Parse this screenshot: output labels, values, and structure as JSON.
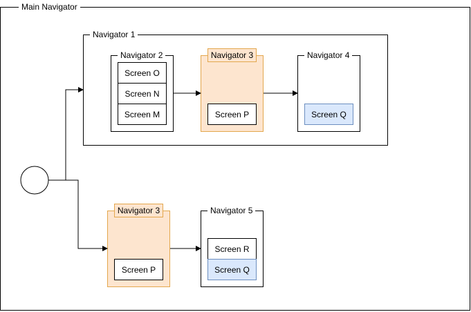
{
  "main_navigator": {
    "label": "Main Navigator"
  },
  "navigator_1": {
    "label": "Navigator 1"
  },
  "navigator_2": {
    "label": "Navigator 2",
    "screens": [
      "Screen O",
      "Screen N",
      "Screen M"
    ]
  },
  "navigator_3_top": {
    "label": "Navigator 3",
    "screen": "Screen P"
  },
  "navigator_4": {
    "label": "Navigator 4",
    "screen": "Screen Q"
  },
  "navigator_3_bottom": {
    "label": "Navigator 3",
    "screen": "Screen P"
  },
  "navigator_5": {
    "label": "Navigator 5",
    "screens": [
      "Screen R",
      "Screen Q"
    ]
  },
  "colors": {
    "orange_fill": "#fde5cf",
    "orange_border": "#e3a74d",
    "blue_fill": "#dae8fc",
    "blue_border": "#6c8ebf"
  }
}
